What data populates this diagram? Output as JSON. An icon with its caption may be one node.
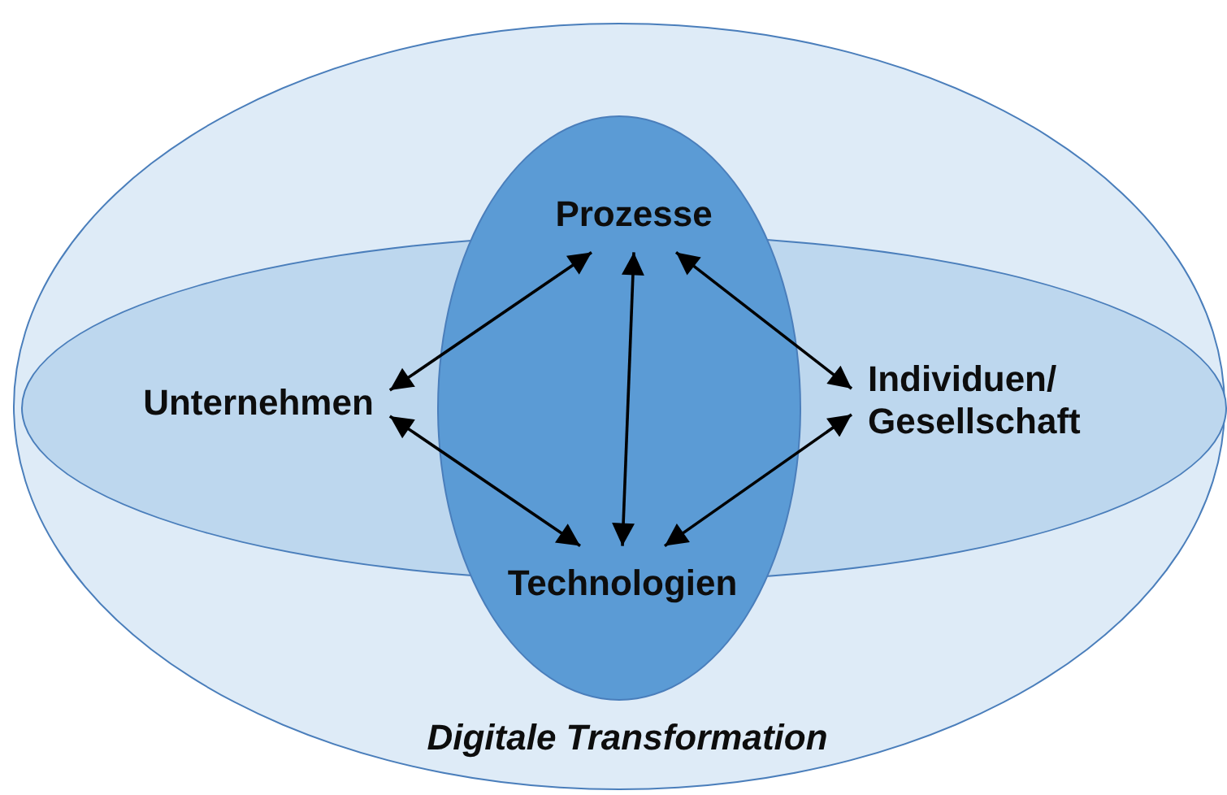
{
  "diagram": {
    "nodes": [
      {
        "text": [
          "Digitale Transformation"
        ]
      },
      {
        "text": [],
        "shape": "ellipse",
        "in": 0
      },
      {
        "text": [],
        "shape": "ellipse",
        "in": 0
      },
      {
        "text": [
          "Prozesse"
        ],
        "in": 2
      },
      {
        "text": [
          "Unternehmen"
        ],
        "in": 1
      },
      {
        "text": [
          "Individuen/ Gesellschaft"
        ],
        "in": 1
      },
      {
        "text": [
          "Technologien"
        ],
        "in": 2
      }
    ],
    "edges": [
      {
        "from": 4,
        "to": 3,
        "arrow": "both"
      },
      {
        "from": 3,
        "to": 6,
        "arrow": "both"
      },
      {
        "from": 3,
        "to": 5,
        "arrow": "both"
      },
      {
        "from": 4,
        "to": 6,
        "arrow": "both"
      },
      {
        "from": 5,
        "to": 6,
        "arrow": "both"
      }
    ]
  }
}
